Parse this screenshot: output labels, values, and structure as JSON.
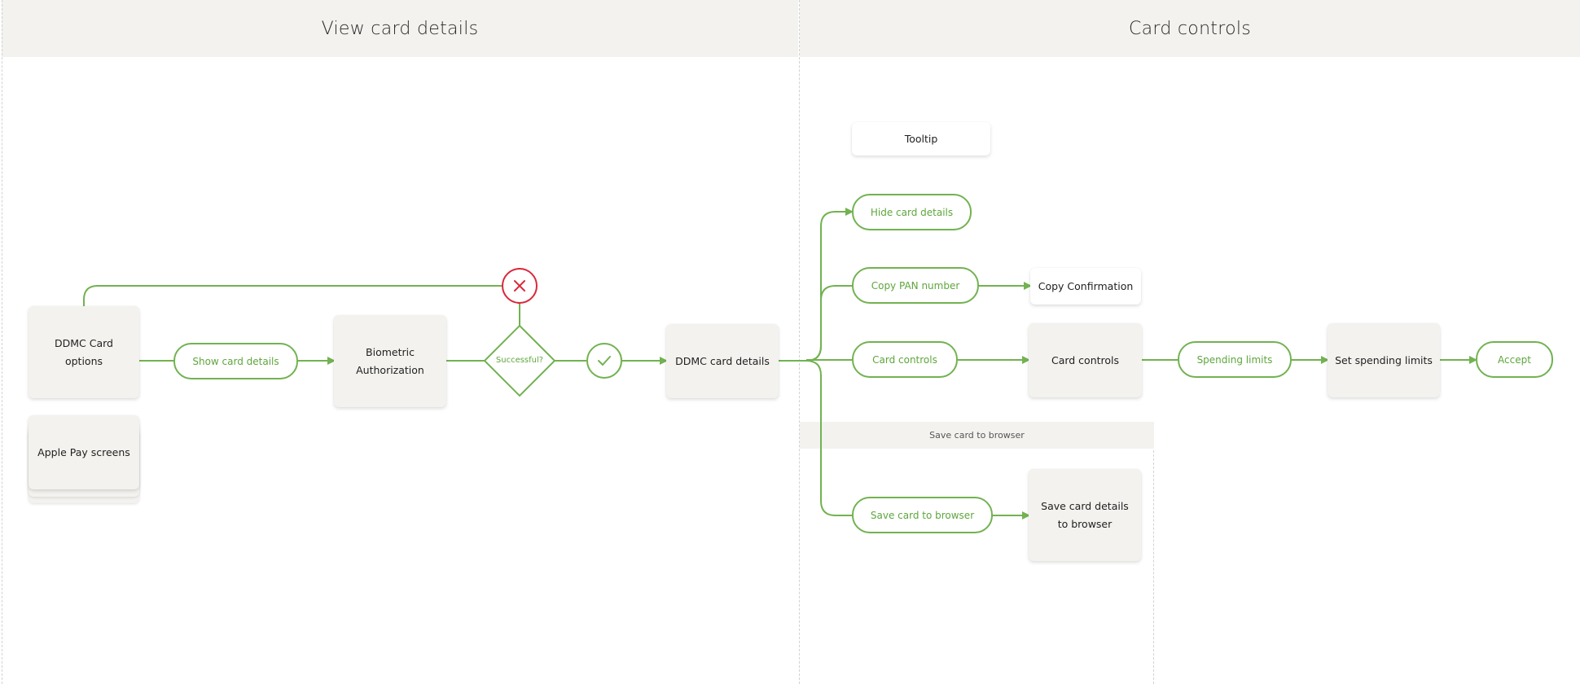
{
  "lanes": [
    {
      "title": "View card details"
    },
    {
      "title": "Card controls"
    }
  ],
  "sublane": {
    "title": "Save card to browser"
  },
  "nodes": {
    "ddmc_card_options": "DDMC Card\noptions",
    "apple_pay_screens": "Apple Pay screens",
    "show_card_details": "Show card details",
    "biometric_authorization": "Biometric\nAuthorization",
    "successful": "Successful?",
    "ddmc_card_details": "DDMC card details",
    "tooltip": "Tooltip",
    "hide_card_details": "Hide card details",
    "copy_pan_number": "Copy PAN number",
    "copy_confirmation": "Copy Confirmation",
    "card_controls_action": "Card controls",
    "card_controls_screen": "Card controls",
    "spending_limits": "Spending limits",
    "set_spending_limits": "Set spending limits",
    "accept": "Accept",
    "save_card_to_browser": "Save card to browser",
    "save_card_details_to_browser": "Save card details\nto browser"
  },
  "icons": {
    "fail": "close-icon",
    "success": "check-icon"
  },
  "colors": {
    "flow_green": "#72b251",
    "text_green": "#5ea63c",
    "fail_red": "#d9283a",
    "card_bg": "#f3f2ef",
    "lane_header_bg": "#f3f2ef"
  }
}
